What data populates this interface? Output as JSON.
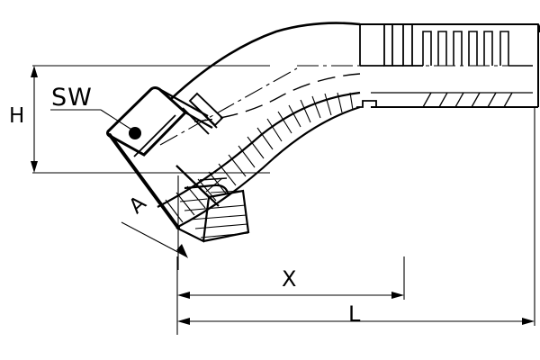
{
  "drawing": {
    "title": "Hydraulic hose fitting 45 degree elbow technical drawing",
    "type": "engineering-line-drawing",
    "view": "side-section",
    "background_color": "#ffffff",
    "line_color": "#000000",
    "dimensions": {
      "H": {
        "label": "H",
        "orientation": "vertical",
        "description": "overall height of hex nut from centerline"
      },
      "SW": {
        "label": "SW",
        "orientation": "leader",
        "description": "across-flats wrench size of hex nut"
      },
      "A": {
        "label": "A",
        "orientation": "diagonal",
        "description": "seat face diameter / angled dimension"
      },
      "X": {
        "label": "X",
        "orientation": "horizontal",
        "description": "length from nut face to shoulder"
      },
      "L": {
        "label": "L",
        "orientation": "horizontal",
        "description": "overall length of fitting"
      }
    },
    "components": [
      {
        "name": "hex-nut",
        "description": "swivel hex nut drawn at 45 degrees"
      },
      {
        "name": "elbow-bend",
        "description": "45 degree curved elbow body with section hatching"
      },
      {
        "name": "shoulder-collar",
        "description": "collar rings before hose barb"
      },
      {
        "name": "hose-barb",
        "description": "serrated hose insert tail"
      },
      {
        "name": "centerline",
        "description": "dash-dot centre axis"
      }
    ]
  }
}
